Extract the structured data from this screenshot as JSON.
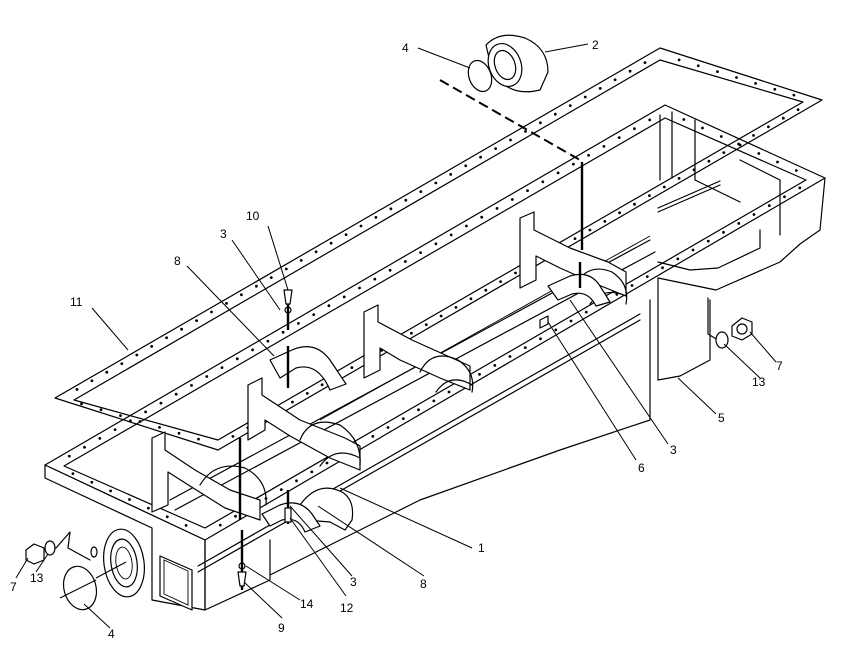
{
  "callouts": [
    {
      "id": "c4-top",
      "text": "4"
    },
    {
      "id": "c2",
      "text": "2"
    },
    {
      "id": "c10",
      "text": "10"
    },
    {
      "id": "c3-upper",
      "text": "3"
    },
    {
      "id": "c8-upper",
      "text": "8"
    },
    {
      "id": "c11",
      "text": "11"
    },
    {
      "id": "c7-right",
      "text": "7"
    },
    {
      "id": "c13-right",
      "text": "13"
    },
    {
      "id": "c5",
      "text": "5"
    },
    {
      "id": "c3-right",
      "text": "3"
    },
    {
      "id": "c6",
      "text": "6"
    },
    {
      "id": "c1",
      "text": "1"
    },
    {
      "id": "c8-lower",
      "text": "8"
    },
    {
      "id": "c3-lower",
      "text": "3"
    },
    {
      "id": "c12",
      "text": "12"
    },
    {
      "id": "c14",
      "text": "14"
    },
    {
      "id": "c9",
      "text": "9"
    },
    {
      "id": "c7-left",
      "text": "7"
    },
    {
      "id": "c13-left",
      "text": "13"
    },
    {
      "id": "c4-bottom",
      "text": "4"
    }
  ]
}
